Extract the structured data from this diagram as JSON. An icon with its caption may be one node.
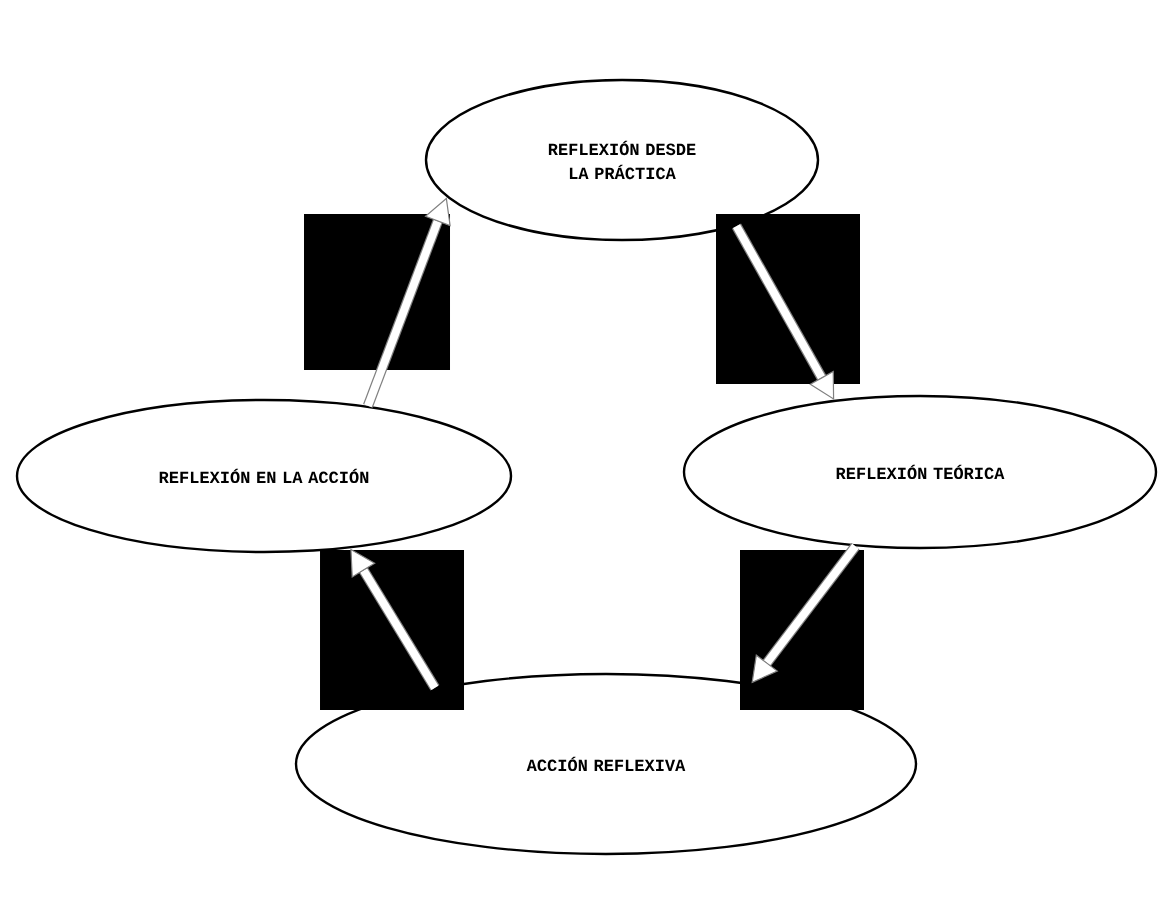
{
  "diagram": {
    "nodes": [
      {
        "text": [
          "REFLEXIÓN DESDE LA PRÁCTICA"
        ]
      },
      {
        "text": [
          "REFLEXIÓN EN LA ACCIÓN"
        ]
      },
      {
        "text": [
          "REFLEXIÓN TEÓRICA"
        ]
      },
      {
        "text": [
          "ACCIÓN REFLEXIVA"
        ]
      }
    ],
    "edges": [
      {
        "from": 1,
        "to": 0,
        "arrow": "to"
      },
      {
        "from": 0,
        "to": 2,
        "arrow": "to"
      },
      {
        "from": 2,
        "to": 3,
        "arrow": "to"
      },
      {
        "from": 3,
        "to": 1,
        "arrow": "to"
      }
    ]
  }
}
